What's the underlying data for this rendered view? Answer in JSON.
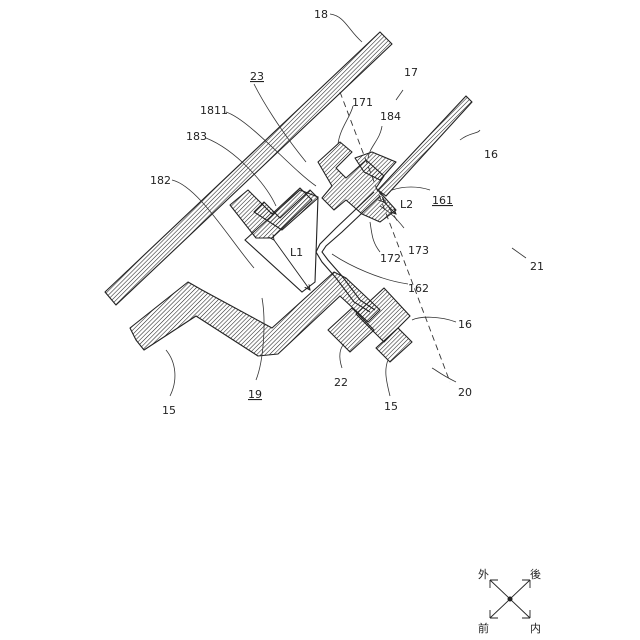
{
  "labels": {
    "n18": "18",
    "n17": "17",
    "n23": "23",
    "n171": "171",
    "n184": "184",
    "n1811": "1811",
    "n183": "183",
    "n16a": "16",
    "n182": "182",
    "n161": "161",
    "nL2": "L2",
    "n173": "173",
    "nL1": "L1",
    "n172": "172",
    "n21": "21",
    "n162": "162",
    "n16b": "16",
    "n22": "22",
    "n19": "19",
    "n15a": "15",
    "n15b": "15",
    "n20": "20"
  },
  "compass": {
    "outer": "外",
    "rear": "後",
    "front": "前",
    "inner": "内"
  }
}
